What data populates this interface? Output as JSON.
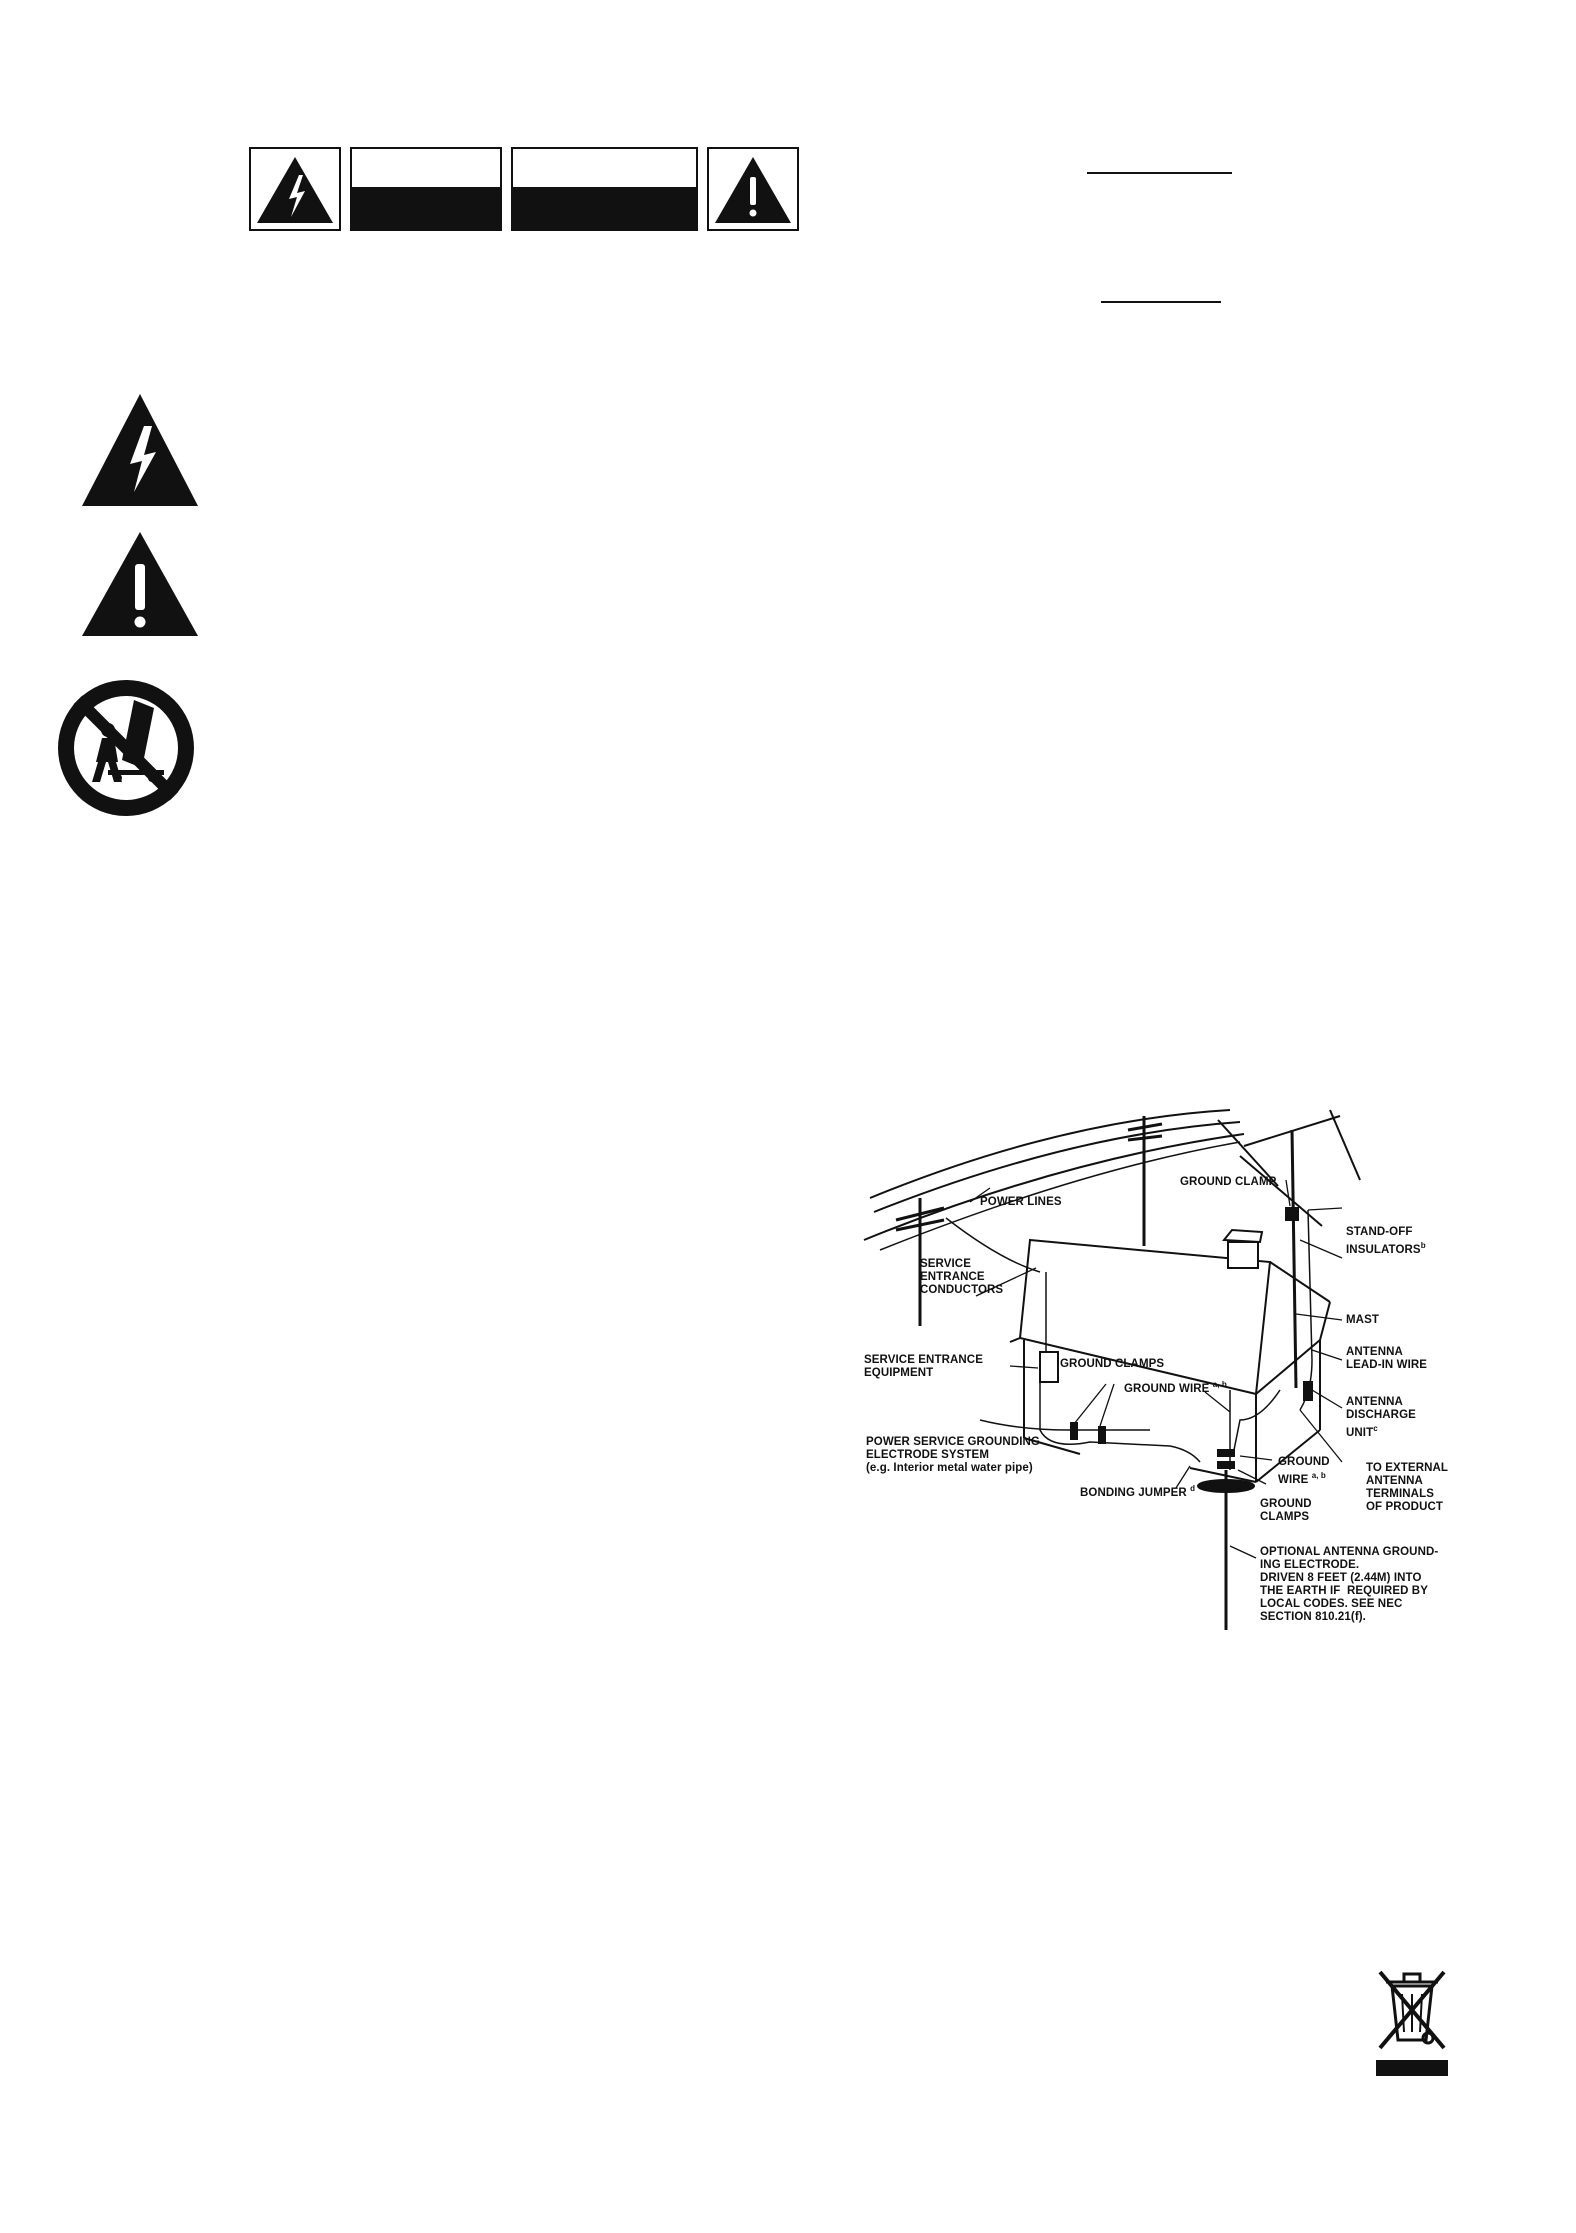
{
  "header_warning_panel": {
    "left_icon": "lightning-triangle-icon",
    "right_icon": "exclamation-triangle-icon"
  },
  "side_icons": [
    "lightning-triangle-icon",
    "exclamation-triangle-icon",
    "no-cart-tipover-icon"
  ],
  "grounding_diagram": {
    "labels": {
      "power_lines": "POWER LINES",
      "ground_clamp": "GROUND CLAMP",
      "standoff_insulators": "STAND-OFF\nINSULATORS",
      "standoff_sup": "b",
      "service_entrance_conductors": "SERVICE\nENTRANCE\nCONDUCTORS",
      "mast": "MAST",
      "antenna_leadin": "ANTENNA\nLEAD-IN WIRE",
      "service_entrance_equipment": "SERVICE ENTRANCE\nEQUIPMENT",
      "ground_clamps_top": "GROUND CLAMPS",
      "ground_wire_top": "GROUND WIRE",
      "ground_wire_top_sup": "a, b",
      "antenna_discharge": "ANTENNA\nDISCHARGE\nUNIT",
      "antenna_discharge_sup": "c",
      "power_service_grounding": "POWER SERVICE GROUNDING\nELECTRODE SYSTEM\n(e.g. Interior metal water pipe)",
      "bonding_jumper": "BONDING JUMPER",
      "bonding_jumper_sup": "d",
      "ground_wire_bottom": "GROUND\nWIRE",
      "ground_wire_bottom_sup": "a, b",
      "to_external": "TO EXTERNAL\nANTENNA\nTERMINALS\nOF PRODUCT",
      "ground_clamps_bottom": "GROUND\nCLAMPS",
      "optional_electrode": "OPTIONAL ANTENNA GROUND-\nING ELECTRODE.\nDRIVEN 8 FEET (2.44M) INTO\nTHE EARTH IF  REQUIRED BY\nLOCAL CODES. SEE NEC\nSECTION 810.21(f)."
    }
  },
  "weee_icon": "crossed-out-wheelie-bin-icon"
}
